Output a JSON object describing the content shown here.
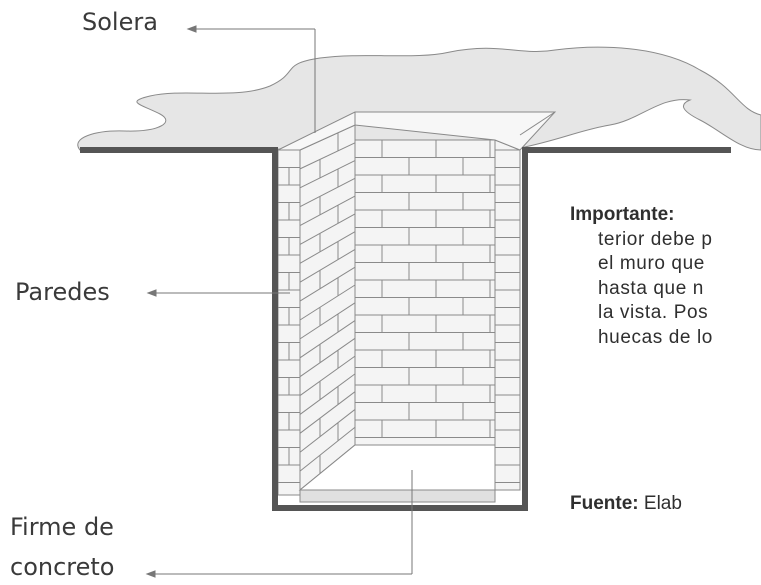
{
  "labels": {
    "solera": "Solera",
    "paredes": "Paredes",
    "firme_line1": "Firme de",
    "firme_line2": "concreto"
  },
  "note": {
    "heading": "Importante:",
    "lines": [
      "terior debe p",
      "el muro que",
      "hasta que n",
      "la vista. Pos",
      "huecas de lo"
    ]
  },
  "source": {
    "heading": "Fuente:",
    "text": "Elab"
  },
  "colors": {
    "outline": "#555555",
    "ground": "#e6e6e6",
    "brick": "#f4f4f4",
    "mortar": "#8a8a8a",
    "text": "#3a3a3a"
  }
}
